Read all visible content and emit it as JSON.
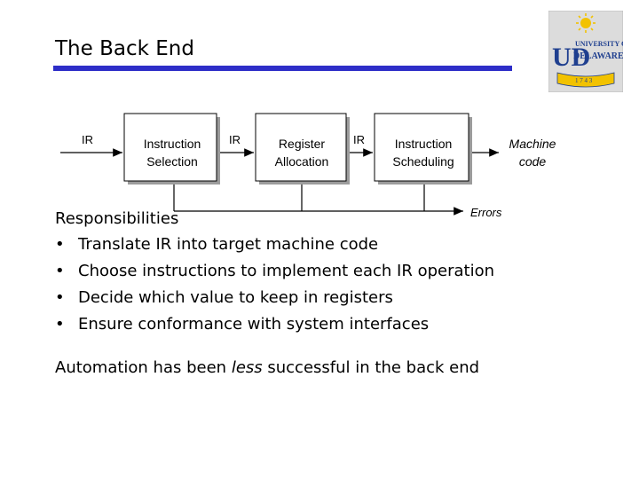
{
  "slide": {
    "title": "The Back End"
  },
  "logo": {
    "line1": "UNIVERSITY OF",
    "line2": "DELAWARE",
    "monogram": "UD",
    "year": "1 7 4 3"
  },
  "diagram": {
    "ir_labels": [
      "IR",
      "IR",
      "IR"
    ],
    "boxes": [
      {
        "line1": "Instruction",
        "line2": "Selection"
      },
      {
        "line1": "Register",
        "line2": "Allocation"
      },
      {
        "line1": "Instruction",
        "line2": "Scheduling"
      }
    ],
    "output": {
      "line1": "Machine",
      "line2": "code"
    },
    "errors": "Errors"
  },
  "responsibilities": {
    "heading": "Responsibilities",
    "items": [
      "Translate IR into target machine code",
      "Choose instructions to implement each IR operation",
      "Decide which value to keep in registers",
      "Ensure conformance with system interfaces"
    ],
    "bullet": "•"
  },
  "automation": {
    "before": "Automation has been ",
    "emphasis": "less",
    "after": " successful in the back end"
  },
  "colors": {
    "title_rule": "#2d2dc8",
    "logo_blue": "#1f3f8f",
    "logo_gold": "#f2c200"
  }
}
